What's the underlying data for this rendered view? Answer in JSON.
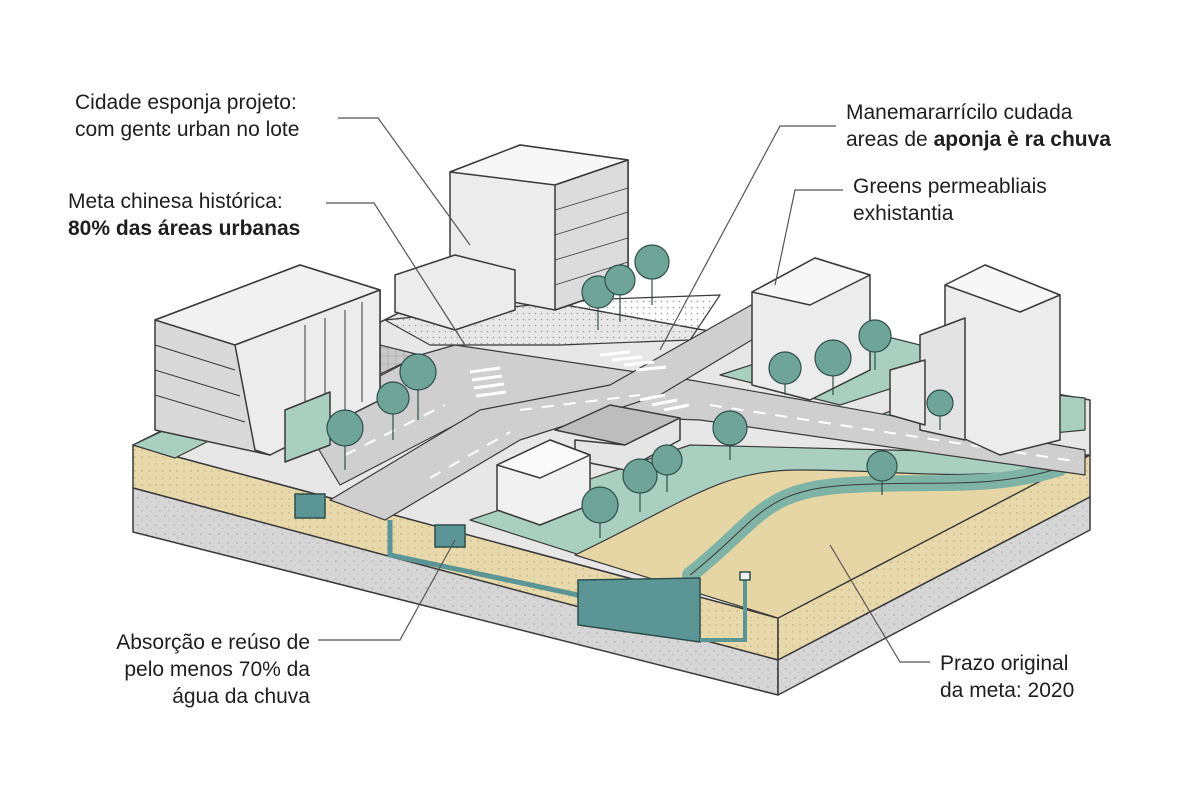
{
  "annotations": {
    "top_left": {
      "line1": "Cidade esponja projeto:",
      "line2": "com gentɛ urban no lote"
    },
    "middle_left": {
      "line1": "Meta chinesa histórica:",
      "line2_bold": "80% das áreas urbanas"
    },
    "top_right": {
      "line1": "Manemararrícilo cudada",
      "line2_prefix": "areas de ",
      "line2_bold": "aponja è ra chuva"
    },
    "right": {
      "line1": "Greens permeabliais",
      "line2": "exhistantia"
    },
    "bottom_left": {
      "line1": "Absorção e reúso de",
      "line2": "pelo menos 70% da",
      "line3": "água da chuva"
    },
    "bottom_right": {
      "line1": "Prazo original",
      "line2": "da meta: 2020"
    }
  },
  "colors": {
    "outline": "#3a3a3a",
    "building": "#f1f1f1",
    "building_side": "#d9d9d9",
    "road": "#cfcfcf",
    "sidewalk": "#e6e6e6",
    "green": "#a9cfc0",
    "tree": "#6fa499",
    "soil": "#e8d9ad",
    "bedrock": "#d4d4d4",
    "water": "#5b9595",
    "leader_line": "#555555"
  }
}
